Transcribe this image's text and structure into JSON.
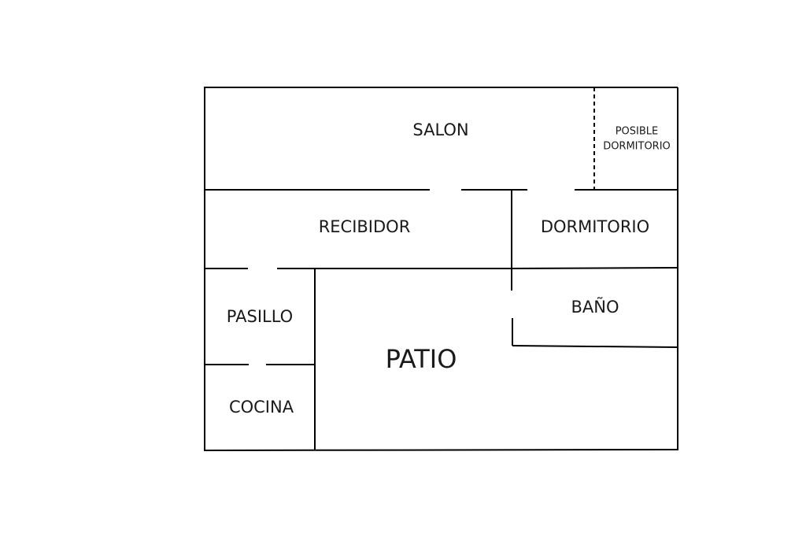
{
  "rooms": {
    "salon": "SALON",
    "posible_dormitorio_line1": "POSIBLE",
    "posible_dormitorio_line2": "DORMITORIO",
    "recibidor": "RECIBIDOR",
    "dormitorio": "DORMITORIO",
    "pasillo": "PASILLO",
    "bano": "BAÑO",
    "patio": "PATIO",
    "cocina": "COCINA"
  },
  "colors": {
    "walls": "#000000",
    "labels": "#1a1a1a",
    "background": "#ffffff"
  }
}
